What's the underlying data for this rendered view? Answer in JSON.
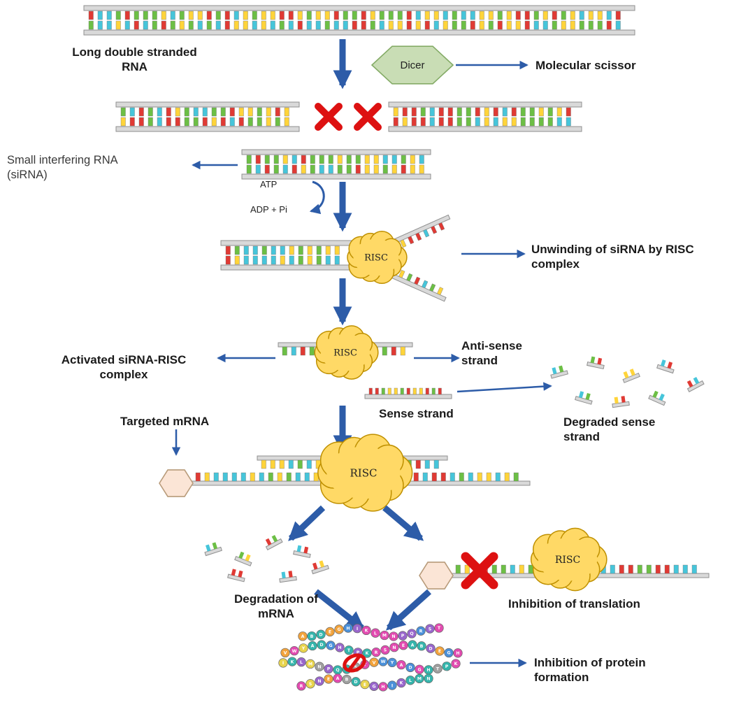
{
  "figure": "RNA interference (RNAi) siRNA mechanism diagram",
  "palette": {
    "base_colors": [
      "#e03a34",
      "#6cbf45",
      "#ffd43a",
      "#46c5da"
    ],
    "strand_fill": "#d9d9d9",
    "strand_stroke": "#8f8f8f",
    "arrow_blue": "#2d5ca8",
    "dicer_fill": "#c9ddb5",
    "dicer_stroke": "#84ab66",
    "risc_fill": "#ffd966",
    "risc_stroke": "#bf9000",
    "red_x": "#dd1111",
    "mrna_cap_fill": "#fbe5d6",
    "mrna_cap_stroke": "#b89b7a",
    "bead_colors": [
      "#f2a33c",
      "#4a90d9",
      "#e24bb0",
      "#35b5ac",
      "#a0a0a0",
      "#e8d44d",
      "#9966cc"
    ]
  },
  "labels": {
    "long_dsrna": "Long double stranded\nRNA",
    "dicer": "Dicer",
    "molecular_scissor": "Molecular scissor",
    "sirna": "Small interfering RNA\n(siRNA)",
    "atp": "ATP",
    "adp_pi": "ADP + Pi",
    "unwinding": "Unwinding of siRNA by RISC\ncomplex",
    "risc": "RISC",
    "activated_complex": "Activated siRNA-RISC\ncomplex",
    "antisense_strand": "Anti-sense\nstrand",
    "sense_strand": "Sense strand",
    "degraded_sense": "Degraded sense\nstrand",
    "targeted_mrna": "Targeted mRNA",
    "degradation_mrna": "Degradation of\nmRNA",
    "inhibition_translation": "Inhibition of translation",
    "inhibition_protein": "Inhibition of protein\nformation"
  },
  "protein": {
    "bead_letters": "ABDEGHIKLMNPQRSTVWYADGHTPKRSNE"
  }
}
